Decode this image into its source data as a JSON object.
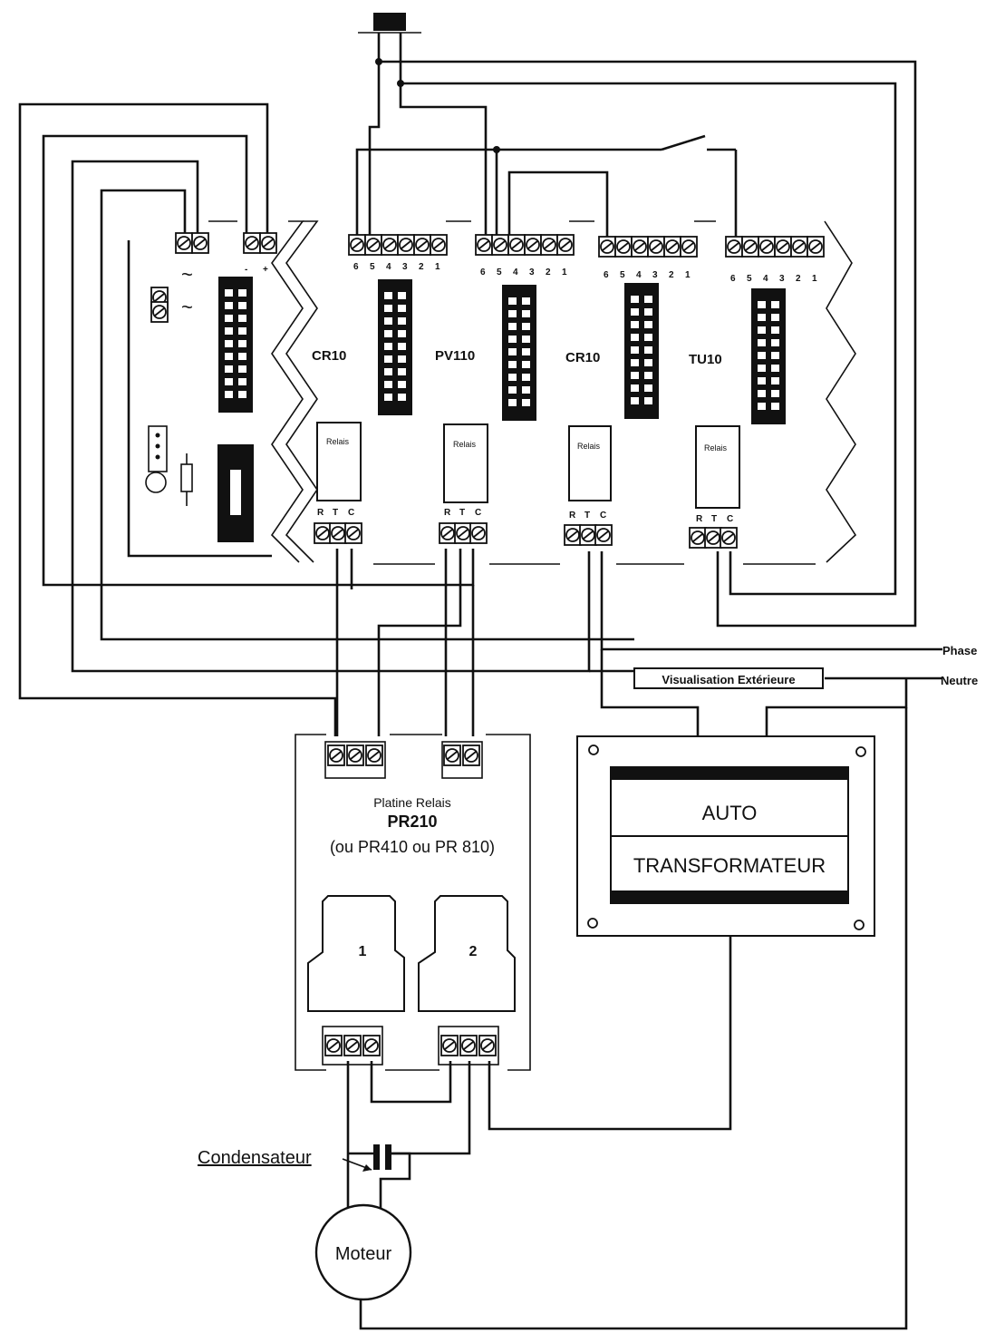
{
  "modules": [
    {
      "id": "cr10-a",
      "name": "CR10"
    },
    {
      "id": "pv110",
      "name": "PV110"
    },
    {
      "id": "cr10-b",
      "name": "CR10"
    },
    {
      "id": "tu10",
      "name": "TU10"
    }
  ],
  "terminal_numbers": [
    "6",
    "5",
    "4",
    "3",
    "2",
    "1"
  ],
  "rtc_letters": [
    "R",
    "T",
    "C"
  ],
  "relay_label": "Relais",
  "power_terminal": {
    "ac_symbol": "~",
    "minus": "-",
    "plus": "+"
  },
  "platine": {
    "title": "Platine Relais",
    "model": "PR210",
    "alt": "(ou PR410 ou PR 810)",
    "relay_1": "1",
    "relay_2": "2"
  },
  "transformer": {
    "line1": "AUTO",
    "line2": "TRANSFORMATEUR"
  },
  "visualisation": "Visualisation Extérieure",
  "phase": "Phase",
  "neutre": "Neutre",
  "condensateur": "Condensateur",
  "moteur": "Moteur"
}
